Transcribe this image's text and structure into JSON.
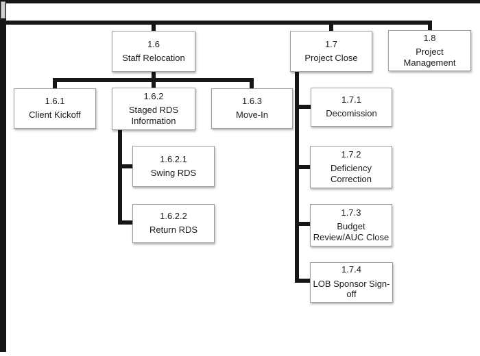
{
  "diagram": {
    "type": "work-breakdown-structure",
    "nodes": {
      "n16": {
        "id": "1.6",
        "label": "Staff Relocation"
      },
      "n17": {
        "id": "1.7",
        "label": "Project Close"
      },
      "n18": {
        "id": "1.8",
        "label": "Project\nManagement"
      },
      "n161": {
        "id": "1.6.1",
        "label": "Client Kickoff"
      },
      "n162": {
        "id": "1.6.2",
        "label": "Staged RDS\nInformation"
      },
      "n163": {
        "id": "1.6.3",
        "label": "Move-In"
      },
      "n171": {
        "id": "1.7.1",
        "label": "Decomission"
      },
      "n1621": {
        "id": "1.6.2.1",
        "label": "Swing RDS"
      },
      "n1622": {
        "id": "1.6.2.2",
        "label": "Return RDS"
      },
      "n172": {
        "id": "1.7.2",
        "label": "Deficiency\nCorrection"
      },
      "n173": {
        "id": "1.7.3",
        "label": "Budget\nReview/AUC Close"
      },
      "n174": {
        "id": "1.7.4",
        "label": "LOB Sponsor Sign-\noff"
      }
    },
    "hierarchy": [
      {
        "id": "1.6",
        "children": [
          "1.6.1",
          "1.6.2",
          "1.6.3"
        ]
      },
      {
        "id": "1.6.2",
        "children": [
          "1.6.2.1",
          "1.6.2.2"
        ]
      },
      {
        "id": "1.7",
        "children": [
          "1.7.1",
          "1.7.2",
          "1.7.3",
          "1.7.4"
        ]
      },
      {
        "id": "1.8",
        "children": []
      }
    ],
    "colors": {
      "connector": "#161616",
      "box_border": "#9d9d9d",
      "box_fill": "#ffffff",
      "text": "#1a1a1a",
      "scrollbar_thumb": "#cfcfcf"
    }
  }
}
